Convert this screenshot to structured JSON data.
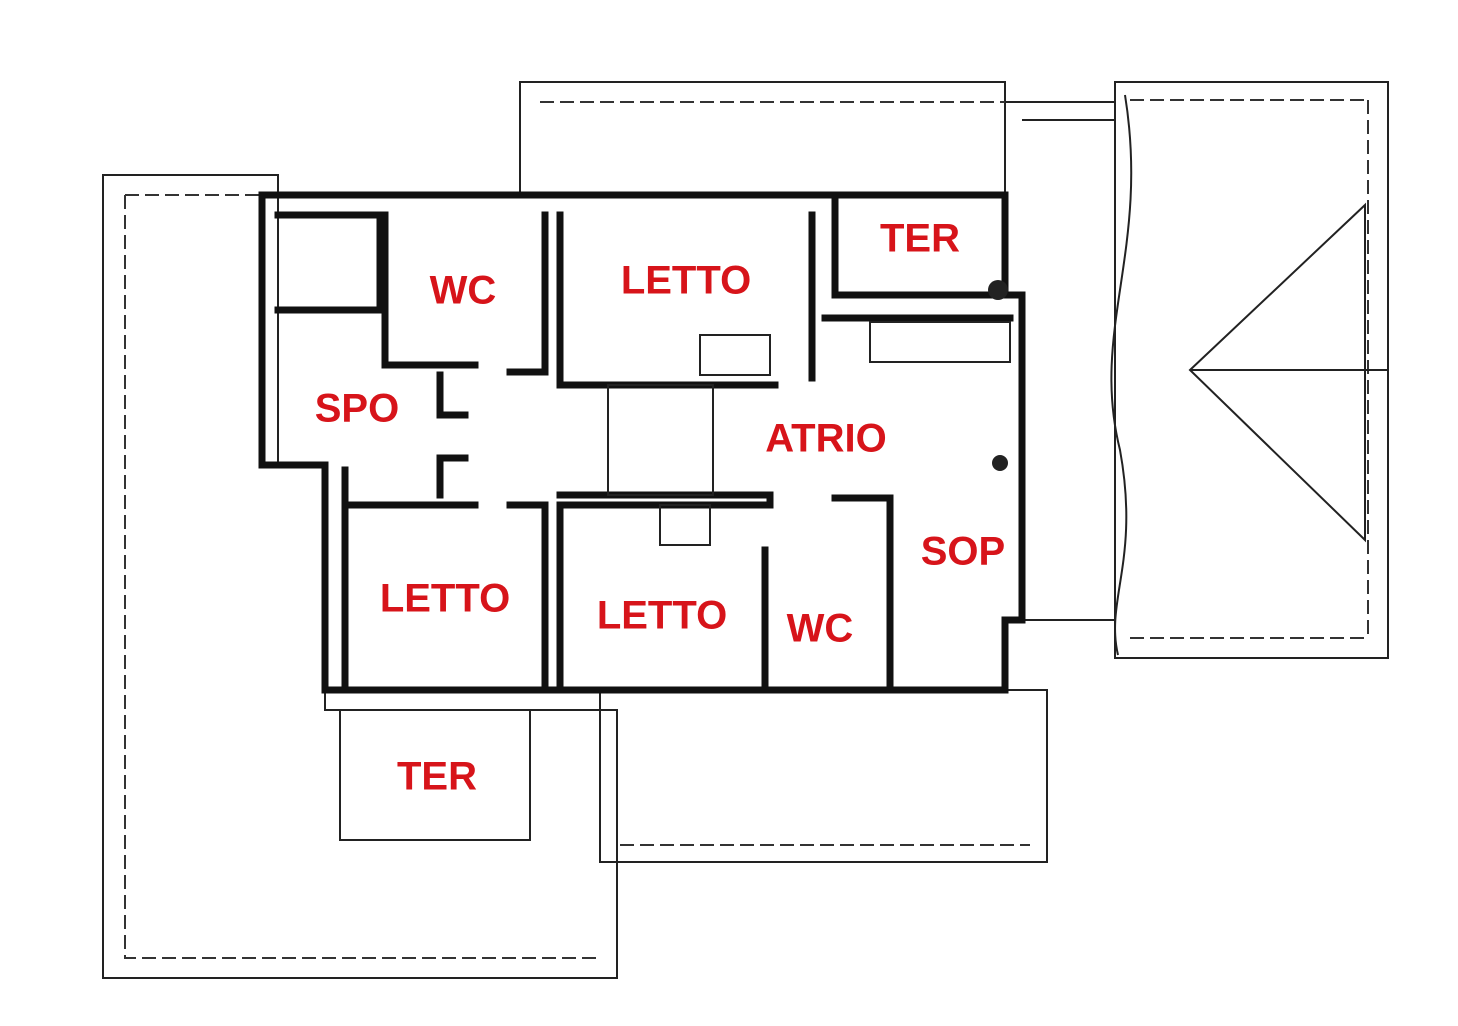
{
  "colors": {
    "label": "#d7141a",
    "wall": "#111111"
  },
  "rooms": [
    {
      "id": "wc-top",
      "label": "WC"
    },
    {
      "id": "letto-top",
      "label": "LETTO"
    },
    {
      "id": "ter-top",
      "label": "TER"
    },
    {
      "id": "spo",
      "label": "SPO"
    },
    {
      "id": "atrio",
      "label": "ATRIO"
    },
    {
      "id": "sop",
      "label": "SOP"
    },
    {
      "id": "letto-bottom-left",
      "label": "LETTO"
    },
    {
      "id": "letto-bottom-middle",
      "label": "LETTO"
    },
    {
      "id": "wc-bottom",
      "label": "WC"
    },
    {
      "id": "ter-bottom",
      "label": "TER"
    }
  ]
}
